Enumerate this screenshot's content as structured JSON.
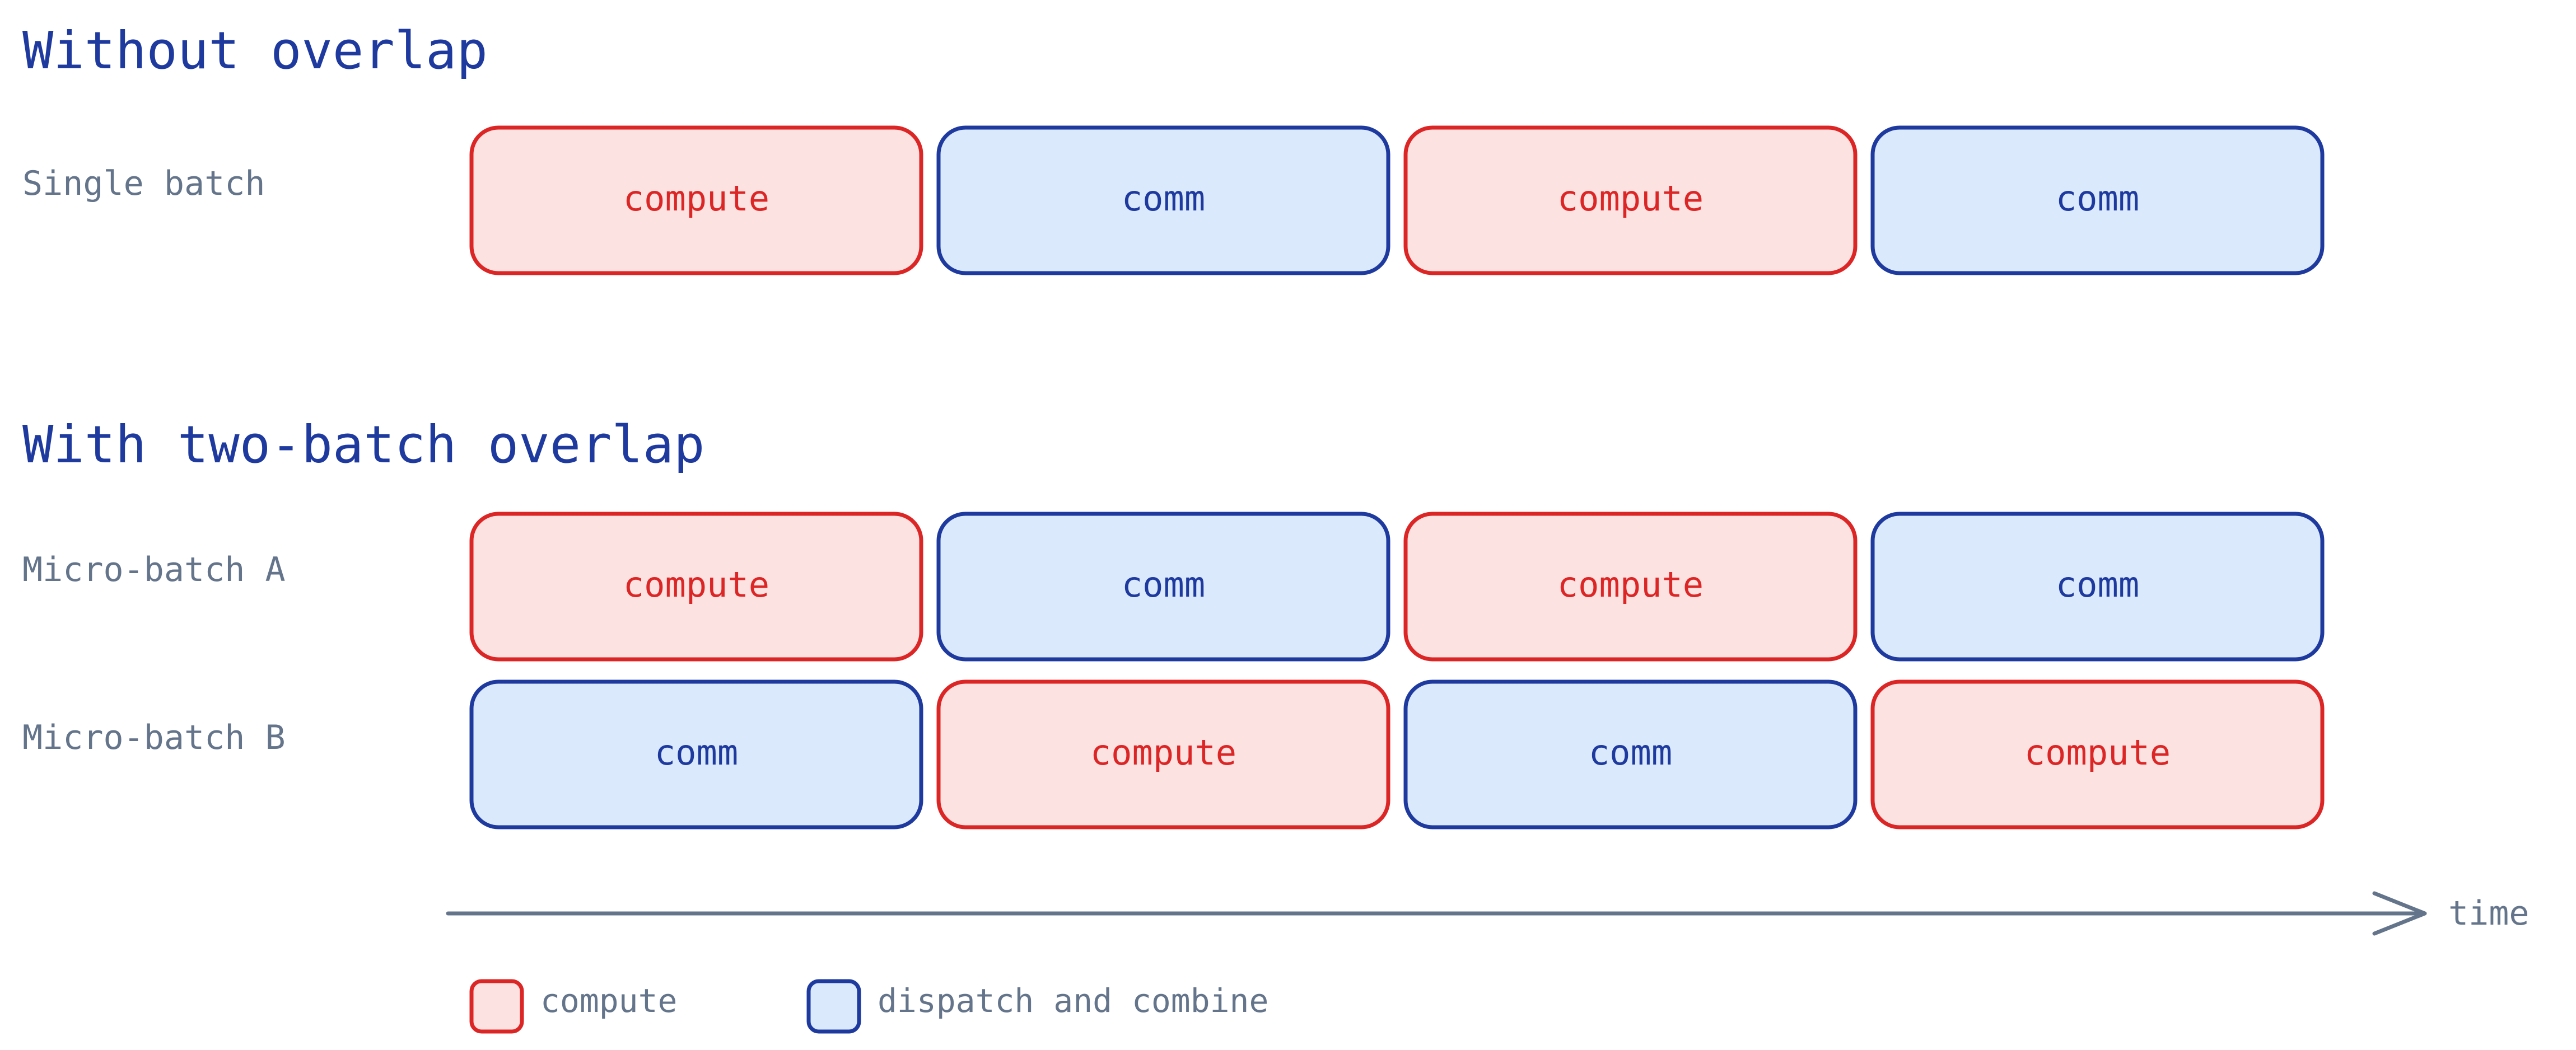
{
  "sections": [
    {
      "title": "Without overlap",
      "rows": [
        {
          "label": "Single batch",
          "blocks": [
            {
              "kind": "compute",
              "text": "compute"
            },
            {
              "kind": "comm",
              "text": "comm"
            },
            {
              "kind": "compute",
              "text": "compute"
            },
            {
              "kind": "comm",
              "text": "comm"
            }
          ]
        }
      ]
    },
    {
      "title": "With two-batch overlap",
      "rows": [
        {
          "label": "Micro-batch A",
          "blocks": [
            {
              "kind": "compute",
              "text": "compute"
            },
            {
              "kind": "comm",
              "text": "comm"
            },
            {
              "kind": "compute",
              "text": "compute"
            },
            {
              "kind": "comm",
              "text": "comm"
            }
          ]
        },
        {
          "label": "Micro-batch B",
          "blocks": [
            {
              "kind": "comm",
              "text": "comm"
            },
            {
              "kind": "compute",
              "text": "compute"
            },
            {
              "kind": "comm",
              "text": "comm"
            },
            {
              "kind": "compute",
              "text": "compute"
            }
          ]
        }
      ]
    }
  ],
  "axis": {
    "label": "time"
  },
  "legend": [
    {
      "kind": "compute",
      "label": "compute"
    },
    {
      "kind": "comm",
      "label": "dispatch and combine"
    }
  ],
  "colors": {
    "title": "#1e3a9e",
    "row_label": "#64748b",
    "compute_fill": "#fde2e2",
    "compute_stroke": "#dc2626",
    "compute_text": "#dc2626",
    "comm_fill": "#dbe9fc",
    "comm_stroke": "#1e3a9e",
    "comm_text": "#1e3a9e",
    "axis": "#64748b"
  }
}
